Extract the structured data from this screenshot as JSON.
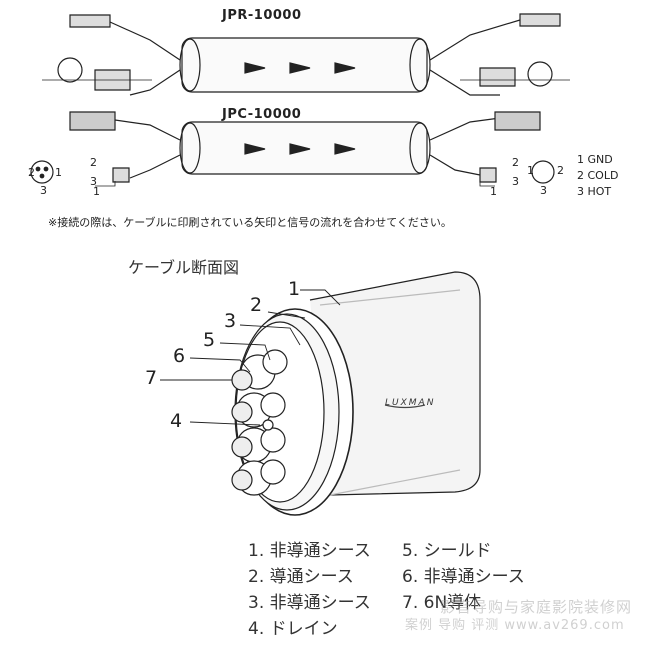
{
  "diagram": {
    "cables": [
      {
        "model": "JPR-10000"
      },
      {
        "model": "JPC-10000"
      }
    ],
    "left_pins": {
      "p1": "1",
      "p2": "2",
      "p3": "3",
      "lead2": "2",
      "lead3": "3",
      "lead1": "1"
    },
    "right_pins": {
      "p1": "1",
      "p2": "2",
      "p3": "3",
      "lead2": "2",
      "lead3": "3",
      "lead1": "1"
    },
    "pin_legend": [
      "1 GND",
      "2 COLD",
      "3 HOT"
    ],
    "note": "※接続の際は、ケーブルに印刷されている矢印と信号の流れを合わせてください。",
    "section_title": "ケーブル断面図",
    "cable_brand": "LUXMAN",
    "callouts": [
      "1",
      "2",
      "3",
      "4",
      "5",
      "6",
      "7"
    ],
    "legend": [
      "1. 非導通シース",
      "2. 導通シース",
      "3. 非導通シース",
      "4. ドレイン",
      "5. シールド",
      "6. 非導通シース",
      "7. 6N導体"
    ],
    "watermark": [
      "影音导购与家庭影院装修网",
      "案例 导购 评测 www.av269.com"
    ]
  }
}
